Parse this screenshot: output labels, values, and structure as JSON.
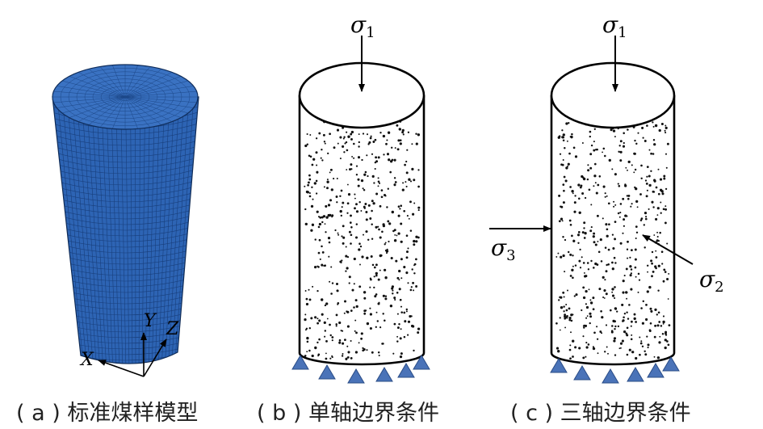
{
  "panel_a": {
    "caption": "( a ) 标准煤样模型",
    "axes": {
      "x": "X",
      "y": "Y",
      "z": "Z"
    },
    "mesh_color": "#2d64b4"
  },
  "panel_b": {
    "caption": "( b ) 单轴边界条件",
    "sigma1": {
      "base": "σ",
      "sub": "1"
    }
  },
  "panel_c": {
    "caption": "( c ) 三轴边界条件",
    "sigma1": {
      "base": "σ",
      "sub": "1"
    },
    "sigma2": {
      "base": "σ",
      "sub": "2"
    },
    "sigma3": {
      "base": "σ",
      "sub": "3"
    }
  },
  "colors": {
    "support": "#4a73b8",
    "arrow": "#000000"
  }
}
